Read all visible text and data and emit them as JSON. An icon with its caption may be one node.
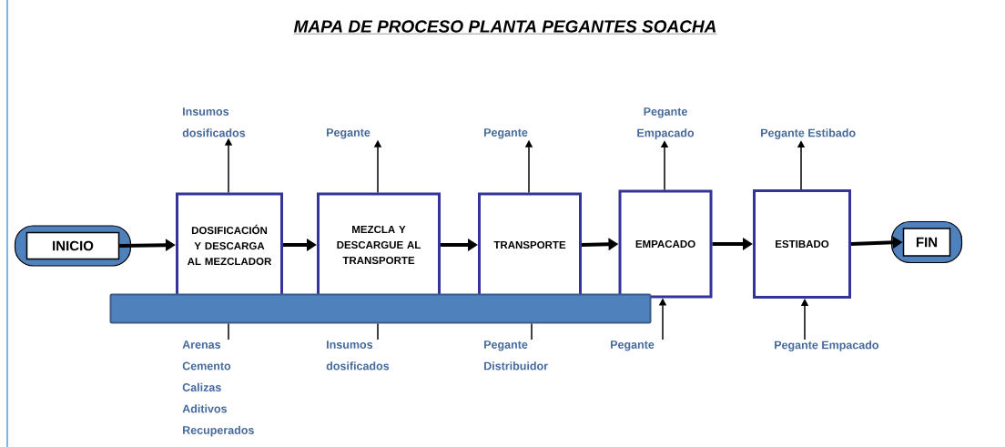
{
  "diagram": {
    "title": "MAPA DE PROCESO PLANTA PEGANTES SOACHA",
    "nodes": [
      {
        "text": [
          "INICIO"
        ]
      },
      {
        "text": [
          "DOSIFICACIÓN Y DESCARGA AL MEZCLADOR"
        ]
      },
      {
        "text": [
          "MEZCLA Y DESCARGUE AL TRANSPORTE"
        ]
      },
      {
        "text": [
          "TRANSPORTE"
        ]
      },
      {
        "text": [
          "EMPACADO"
        ]
      },
      {
        "text": [
          "ESTIBADO"
        ]
      },
      {
        "text": [
          "FIN"
        ]
      },
      {
        "text": [],
        "shape": "bar"
      },
      {
        "text": [
          "Insumos dosificados"
        ]
      },
      {
        "text": [
          "Pegante"
        ]
      },
      {
        "text": [
          "Pegante"
        ]
      },
      {
        "text": [
          "Pegante Empacado"
        ]
      },
      {
        "text": [
          "Pegante Estibado"
        ]
      },
      {
        "text": [
          "Arenas",
          "Cemento",
          "Calizas",
          "Aditivos",
          "Recuperados"
        ]
      },
      {
        "text": [
          "Insumos dosificados"
        ]
      },
      {
        "text": [
          "Pegante Distribuidor"
        ]
      },
      {
        "text": [
          "Pegante"
        ]
      },
      {
        "text": [
          "Pegante Empacado"
        ]
      }
    ],
    "edges": [
      {
        "from": 0,
        "to": 1,
        "arrow": "to",
        "style": "thick"
      },
      {
        "from": 1,
        "to": 2,
        "arrow": "to",
        "style": "thick"
      },
      {
        "from": 2,
        "to": 3,
        "arrow": "to",
        "style": "thick"
      },
      {
        "from": 3,
        "to": 4,
        "arrow": "to",
        "style": "thick"
      },
      {
        "from": 4,
        "to": 5,
        "arrow": "to",
        "style": "thick"
      },
      {
        "from": 5,
        "to": 6,
        "arrow": "to",
        "style": "thick"
      },
      {
        "from": 1,
        "to": 8,
        "arrow": "to"
      },
      {
        "from": 2,
        "to": 9,
        "arrow": "to"
      },
      {
        "from": 3,
        "to": 10,
        "arrow": "to"
      },
      {
        "from": 4,
        "to": 11,
        "arrow": "to"
      },
      {
        "from": 5,
        "to": 12,
        "arrow": "to"
      },
      {
        "from": 13,
        "to": 7,
        "arrow": "none"
      },
      {
        "from": 14,
        "to": 7,
        "arrow": "none"
      },
      {
        "from": 15,
        "to": 7,
        "arrow": "none"
      },
      {
        "from": 16,
        "to": 4,
        "arrow": "to"
      },
      {
        "from": 17,
        "to": 5,
        "arrow": "to"
      }
    ]
  }
}
